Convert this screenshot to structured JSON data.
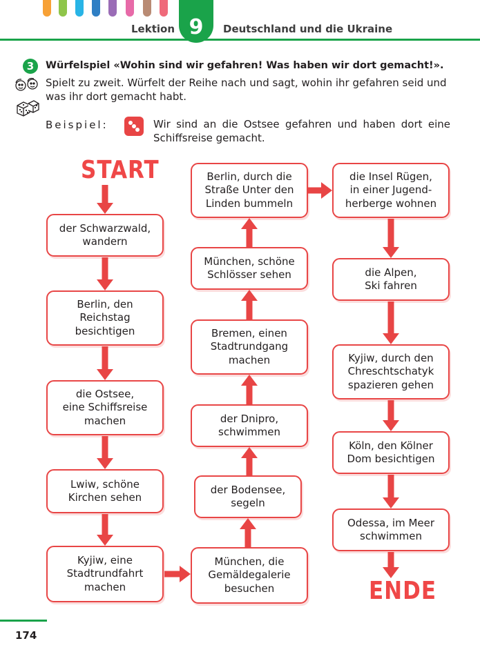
{
  "header": {
    "lektion_label": "Lektion",
    "lektion_number": "9",
    "lektion_title": "Deutschland und die Ukraine",
    "tab_colors": [
      "#f7a136",
      "#8fc54a",
      "#28b4e6",
      "#2f7fc4",
      "#9a6cb6",
      "#e76aa8",
      "#b98b74",
      "#ef6a7a"
    ],
    "accent_color": "#1aa34a"
  },
  "exercise": {
    "number": "3",
    "title": "Würfelspiel «Wohin sind wir gefahren! Was haben wir dort gemacht!».",
    "instruction": "Spielt zu zweit. Würfelt der Reihe nach und sagt, wohin ihr gefahren seid und was ihr dort gemacht habt.",
    "icons": [
      "pair-work-icon",
      "dice-icon"
    ],
    "example_label": "Beispiel:",
    "example_die_face": 3,
    "example_text": "Wir sind an die Ostsee gefahren und haben dort eine Schiffsreise gemacht."
  },
  "game": {
    "start_label": "START",
    "end_label": "ENDE",
    "arrow_color": "#e84545",
    "steps": [
      "der Schwarzwald,\nwandern",
      "Berlin, den\nReichstag\nbesichtigen",
      "die Ostsee,\neine Schiffsreise\nmachen",
      "Lwiw, schöne\nKirchen sehen",
      "Kyjiw, eine\nStadtrundfahrt\nmachen",
      "München, die\nGemäldegalerie\nbesuchen",
      "der Bodensee,\nsegeln",
      "der Dnipro,\nschwimmen",
      "Bremen, einen\nStadtrundgang\nmachen",
      "München, schöne\nSchlösser sehen",
      "Berlin, durch die\nStraße Unter den\nLinden bummeln",
      "die Insel Rügen,\nin einer Jugend-\nherberge wohnen",
      "die Alpen,\nSki fahren",
      "Kyjiw, durch den\nChreschtschatyk\nspazieren gehen",
      "Köln, den Kölner\nDom besichtigen",
      "Odessa, im Meer\nschwimmen"
    ]
  },
  "footer": {
    "page_number": "174"
  }
}
